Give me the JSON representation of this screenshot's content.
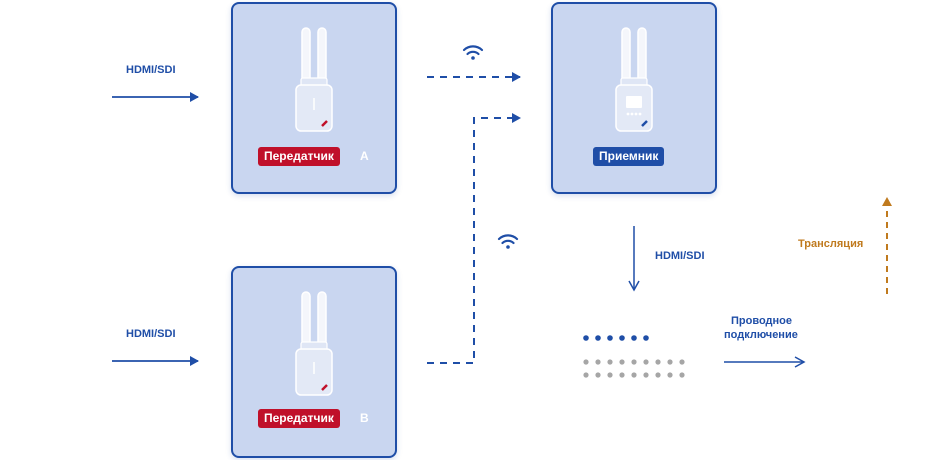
{
  "inputs": {
    "a_label": "HDMI/SDI",
    "b_label": "HDMI/SDI"
  },
  "transmitter_a": {
    "label": "Передатчик",
    "suffix": "A"
  },
  "transmitter_b": {
    "label": "Передатчик",
    "suffix": "B"
  },
  "receiver": {
    "label": "Приемник"
  },
  "receiver_output": {
    "label": "HDMI/SDI"
  },
  "wired": {
    "line1": "Проводное",
    "line2": "подключение"
  },
  "broadcast": {
    "label": "Трансляция"
  },
  "colors": {
    "accent": "#1f4ea7",
    "tx_badge": "#c0102a",
    "rx_badge": "#1f4ea7",
    "broadcast": "#c07a1e",
    "box_fill": "#c9d6f0",
    "dots_gray": "#a6a6a6"
  },
  "icons": [
    "wifi-icon",
    "transmitter-device-icon",
    "receiver-device-icon"
  ]
}
